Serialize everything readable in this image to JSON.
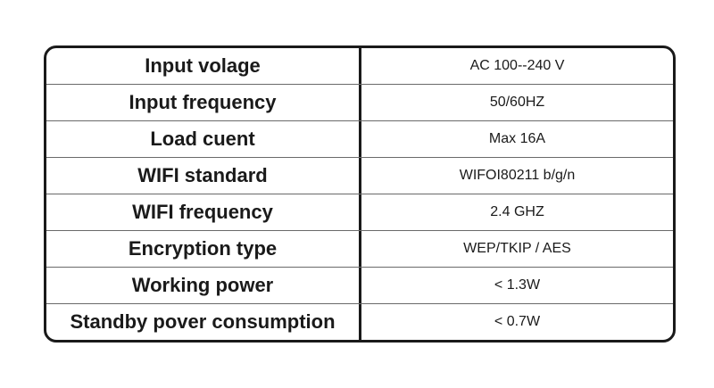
{
  "specs": {
    "rows": [
      {
        "label": "Input volage",
        "value": "AC 100--240 V"
      },
      {
        "label": "Input frequency",
        "value": "50/60HZ"
      },
      {
        "label": "Load cuent",
        "value": "Max 16A"
      },
      {
        "label": "WIFI standard",
        "value": "WIFOI80211 b/g/n"
      },
      {
        "label": "WIFI frequency",
        "value": "2.4 GHZ"
      },
      {
        "label": "Encryption type",
        "value": "WEP/TKIP / AES"
      },
      {
        "label": "Working power",
        "value": "< 1.3W"
      },
      {
        "label": "Standby pover consumption",
        "value": "< 0.7W"
      }
    ]
  }
}
